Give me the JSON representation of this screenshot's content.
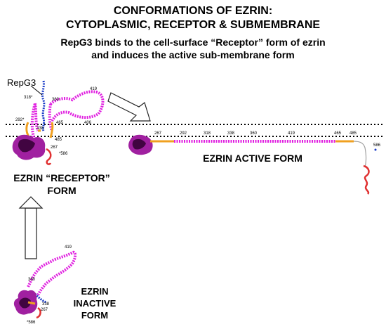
{
  "header": {
    "title_line1": "CONFORMATIONS OF EZRIN:",
    "title_line2": "CYTOPLASMIC, RECEPTOR & SUBMEMBRANE",
    "subtitle_line1": "RepG3 binds to the cell-surface “Receptor” form of ezrin",
    "subtitle_line2": "and induces the active sub-membrane form"
  },
  "labels": {
    "repg3": "RepG3",
    "receptor_line1": "EZRIN “RECEPTOR”",
    "receptor_line2": "FORM",
    "active": "EZRIN ACTIVE FORM",
    "inactive_line1": "EZRIN",
    "inactive_line2": "INACTIVE",
    "inactive_line3": "FORM"
  },
  "residues": {
    "receptor": [
      "318*",
      "360",
      "419",
      "292*",
      "338",
      "465",
      "406",
      "485",
      "267",
      "*586"
    ],
    "active": [
      "267",
      "292",
      "318",
      "338",
      "360",
      "419",
      "465",
      "485",
      "586"
    ],
    "inactive": [
      "419",
      "360",
      "338",
      "267",
      "*586"
    ]
  },
  "colors": {
    "helix": "#e020e0",
    "repg3": "#1a3cc8",
    "linker": "#f0a020",
    "ferm_dark": "#300030",
    "ferm_mid": "#a020a0",
    "c_terminal": "#e03030",
    "membrane": "#000000"
  }
}
